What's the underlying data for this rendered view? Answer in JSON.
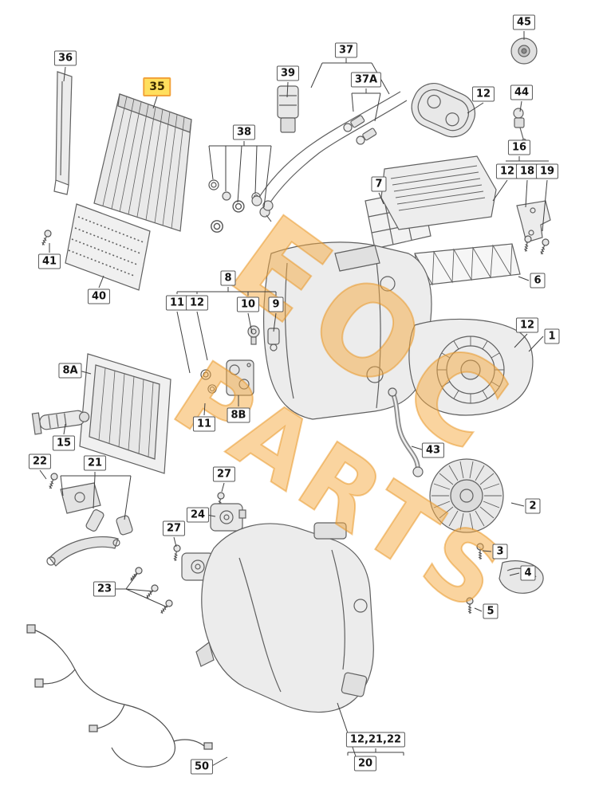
{
  "diagram": {
    "watermark": {
      "line1": "EOC",
      "line2": "PARTS",
      "color": "#F2A33C"
    },
    "highlight": {
      "label": "35",
      "bg_color": "#FFDF5E",
      "border_color": "#F2A33C"
    },
    "line_color": "#4a4a4a",
    "callouts": [
      {
        "label": "45"
      },
      {
        "label": "36"
      },
      {
        "label": "35",
        "highlighted": true
      },
      {
        "label": "39"
      },
      {
        "label": "37"
      },
      {
        "label": "37A"
      },
      {
        "label": "12"
      },
      {
        "label": "44"
      },
      {
        "label": "16"
      },
      {
        "label": "12"
      },
      {
        "label": "18"
      },
      {
        "label": "19"
      },
      {
        "label": "38"
      },
      {
        "label": "7"
      },
      {
        "label": "41"
      },
      {
        "label": "40"
      },
      {
        "label": "6"
      },
      {
        "label": "8"
      },
      {
        "label": "11"
      },
      {
        "label": "12"
      },
      {
        "label": "10"
      },
      {
        "label": "9"
      },
      {
        "label": "12"
      },
      {
        "label": "1"
      },
      {
        "label": "8A"
      },
      {
        "label": "8B"
      },
      {
        "label": "11"
      },
      {
        "label": "15"
      },
      {
        "label": "43"
      },
      {
        "label": "22"
      },
      {
        "label": "21"
      },
      {
        "label": "27"
      },
      {
        "label": "2"
      },
      {
        "label": "24"
      },
      {
        "label": "27"
      },
      {
        "label": "3"
      },
      {
        "label": "4"
      },
      {
        "label": "23"
      },
      {
        "label": "5"
      },
      {
        "label": "12,21,22"
      },
      {
        "label": "20"
      },
      {
        "label": "50"
      }
    ]
  }
}
